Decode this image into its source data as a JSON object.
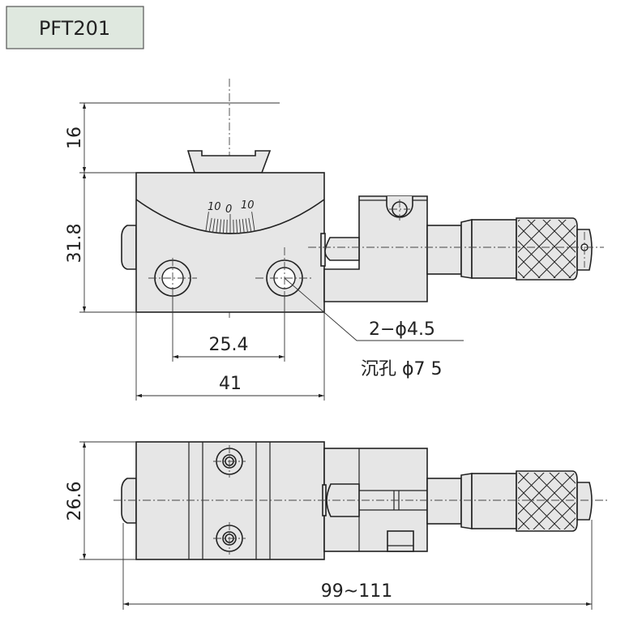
{
  "title": "PFT201",
  "colors": {
    "title_box": "#dfe8df",
    "part_fill": "#e6e6e6",
    "line": "#222222"
  },
  "top_view": {
    "scale_labels": [
      "10",
      "0",
      "10"
    ],
    "dimensions": {
      "height_top": "16",
      "height_body": "31.8",
      "hole_pitch": "25.4",
      "width": "41"
    },
    "callout": {
      "line1": "2−ϕ4.5",
      "line2": "沉孔 ϕ7 5"
    }
  },
  "bottom_view": {
    "dimensions": {
      "depth": "26.6",
      "length": "99~111"
    }
  }
}
